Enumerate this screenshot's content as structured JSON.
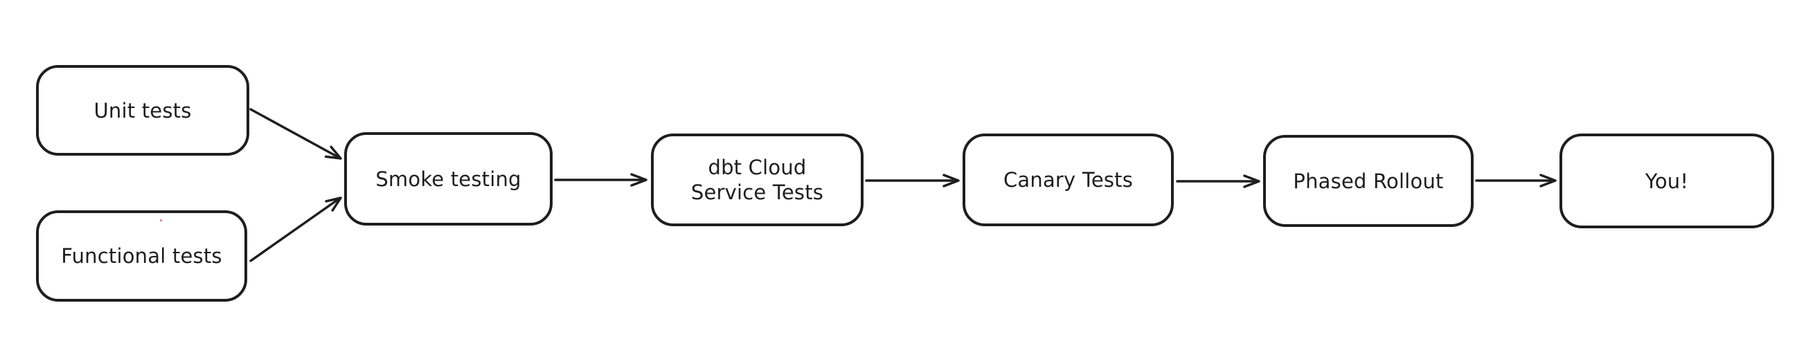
{
  "diagram": {
    "type": "flowchart",
    "background_color": "#ffffff",
    "stroke_color": "#1e1e1e",
    "node_fill_color": "#ffffff",
    "artifact_dot_color": "#e03131",
    "nodes": [
      {
        "id": "unit-tests",
        "label": "Unit tests"
      },
      {
        "id": "functional-tests",
        "label": "Functional tests"
      },
      {
        "id": "smoke-testing",
        "label": "Smoke testing"
      },
      {
        "id": "dbt-cloud-service-tests",
        "label": "dbt Cloud\nService Tests"
      },
      {
        "id": "canary-tests",
        "label": "Canary Tests"
      },
      {
        "id": "phased-rollout",
        "label": "Phased Rollout"
      },
      {
        "id": "you",
        "label": "You!"
      }
    ],
    "edges": [
      {
        "from": "unit-tests",
        "to": "smoke-testing"
      },
      {
        "from": "functional-tests",
        "to": "smoke-testing"
      },
      {
        "from": "smoke-testing",
        "to": "dbt-cloud-service-tests"
      },
      {
        "from": "dbt-cloud-service-tests",
        "to": "canary-tests"
      },
      {
        "from": "canary-tests",
        "to": "phased-rollout"
      },
      {
        "from": "phased-rollout",
        "to": "you"
      }
    ]
  }
}
